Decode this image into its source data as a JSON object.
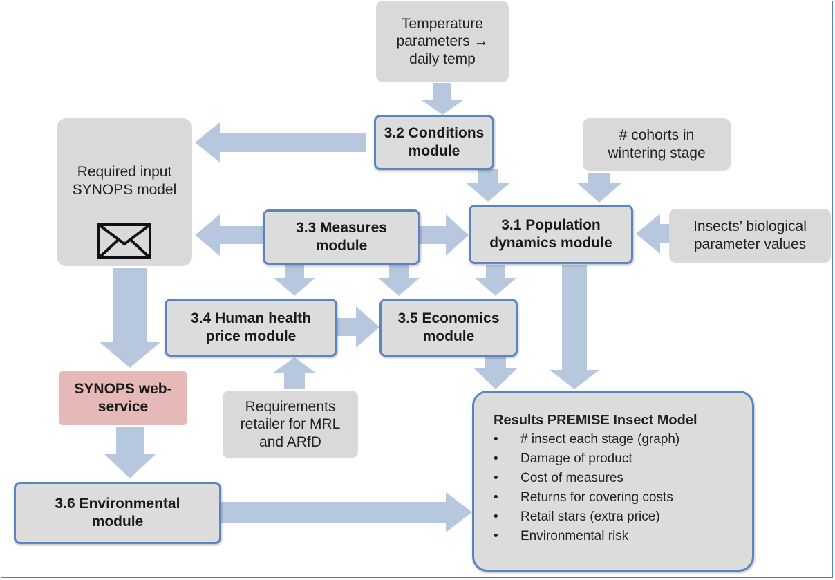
{
  "colors": {
    "arrow": "#b7c7de",
    "module_border": "#5b84c0",
    "input_fill": "#d9d9d9",
    "synops_fill": "#e6b9b8"
  },
  "inputs": {
    "temperature": "Temperature parameters → daily temp",
    "cohorts": "# cohorts in wintering stage",
    "insects_bio": "Insects’ biological parameter values",
    "requirements": "Requirements retailer for MRL and ARfD",
    "required_input": "Required input SYNOPS model",
    "envelope_icon": "envelope-icon"
  },
  "modules": {
    "conditions": "3.2 Conditions module",
    "population": "3.1 Population dynamics module",
    "measures": "3.3 Measures module",
    "human_health": "3.4 Human health price module",
    "economics": "3.5 Economics module",
    "environmental": "3.6 Environmental module"
  },
  "synops_web_service": "SYNOPS web-service",
  "results": {
    "title": "Results PREMISE Insect Model",
    "items": [
      "# insect each stage (graph)",
      "Damage of product",
      "Cost of measures",
      "Returns for covering costs",
      "Retail stars (extra price)",
      "Environmental risk"
    ]
  }
}
